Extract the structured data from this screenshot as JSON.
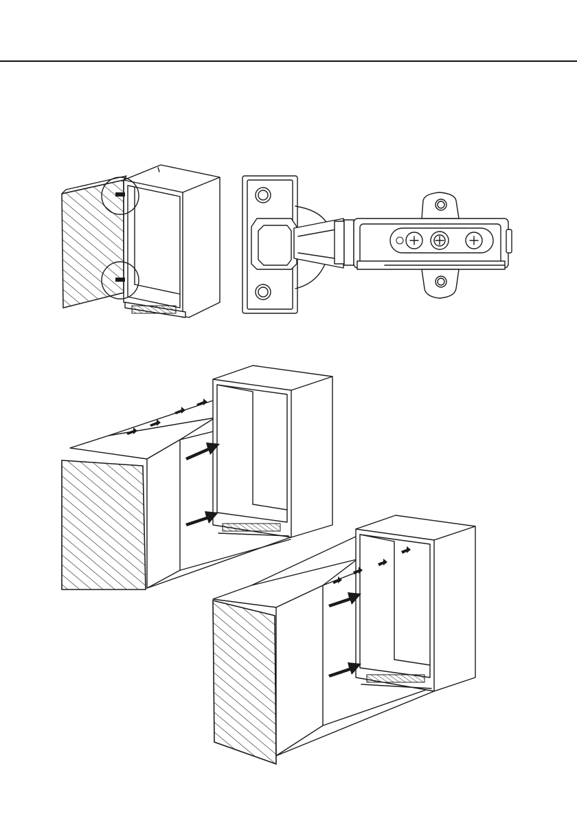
{
  "page": {
    "background": "#ffffff",
    "line_color": "#1a1a1a"
  },
  "figures": [
    {
      "id": "cabinet-open-door",
      "icon": "cabinet-icon"
    },
    {
      "id": "concealed-hinge",
      "icon": "hinge-icon"
    },
    {
      "id": "cabinet-slide-in-1",
      "icon": "cabinet-install-icon"
    },
    {
      "id": "cabinet-slide-in-2",
      "icon": "cabinet-install-icon"
    }
  ]
}
